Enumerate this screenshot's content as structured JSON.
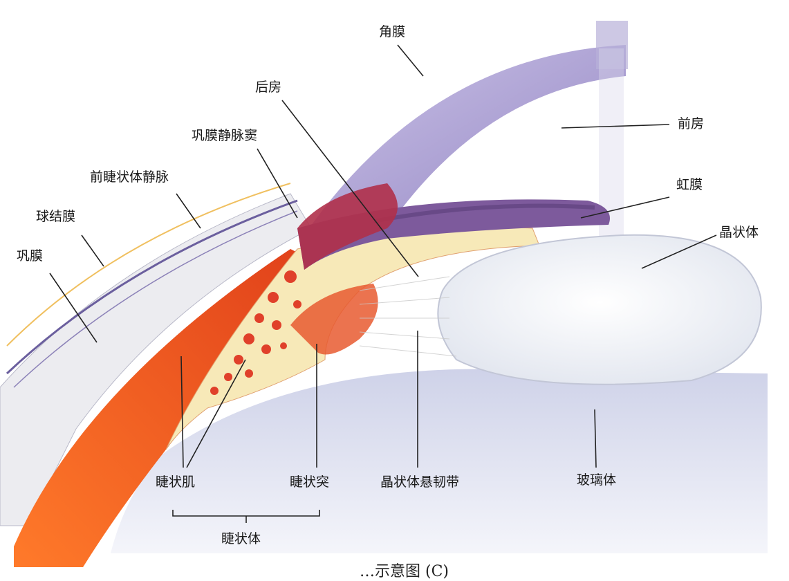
{
  "labels": {
    "cornea": "角膜",
    "posterior_chamber": "后房",
    "anterior_chamber": "前房",
    "scleral_venous_sinus": "巩膜静脉窦",
    "anterior_ciliary_vein": "前睫状体静脉",
    "conjunctiva": "球结膜",
    "sclera": "巩膜",
    "iris": "虹膜",
    "lens": "晶状体",
    "ciliary_muscle": "睫状肌",
    "ciliary_process": "睫状突",
    "zonule": "晶状体悬韧带",
    "vitreous": "玻璃体",
    "ciliary_body": "睫状体"
  },
  "caption": "…示意图 (C)",
  "colors": {
    "muscle": "#e8541d",
    "stroma": "#f7e9b8",
    "iris": "#7d5a9c",
    "cornea": "#a99bd1",
    "sclera": "#ececf0",
    "vitreous": "#d9dcee",
    "leader": "#222222"
  }
}
